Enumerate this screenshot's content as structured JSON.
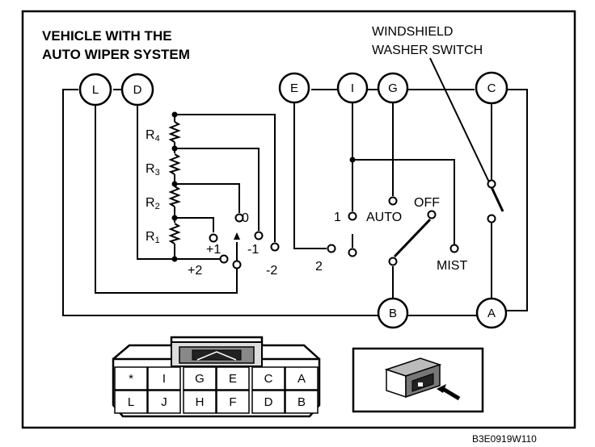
{
  "title_lines": [
    "VEHICLE WITH THE",
    "AUTO WIPER SYSTEM"
  ],
  "washer_switch_lines": [
    "WINDSHIELD",
    "WASHER SWITCH"
  ],
  "terminals": [
    "L",
    "D",
    "E",
    "I",
    "G",
    "C",
    "B",
    "A"
  ],
  "resistors": [
    {
      "letter": "R",
      "sub": "4"
    },
    {
      "letter": "R",
      "sub": "3"
    },
    {
      "letter": "R",
      "sub": "2"
    },
    {
      "letter": "R",
      "sub": "1"
    }
  ],
  "intermittent_positions": [
    "0",
    "+1",
    "+2",
    "-1",
    "-2"
  ],
  "switch_positions": [
    "1",
    "AUTO",
    "OFF",
    "2",
    "MIST"
  ],
  "connector_top_row": [
    "*",
    "I",
    "G",
    "E",
    "C",
    "A"
  ],
  "connector_bottom_row": [
    "L",
    "J",
    "H",
    "F",
    "D",
    "B"
  ],
  "diagram_code": "B3E0919W110"
}
